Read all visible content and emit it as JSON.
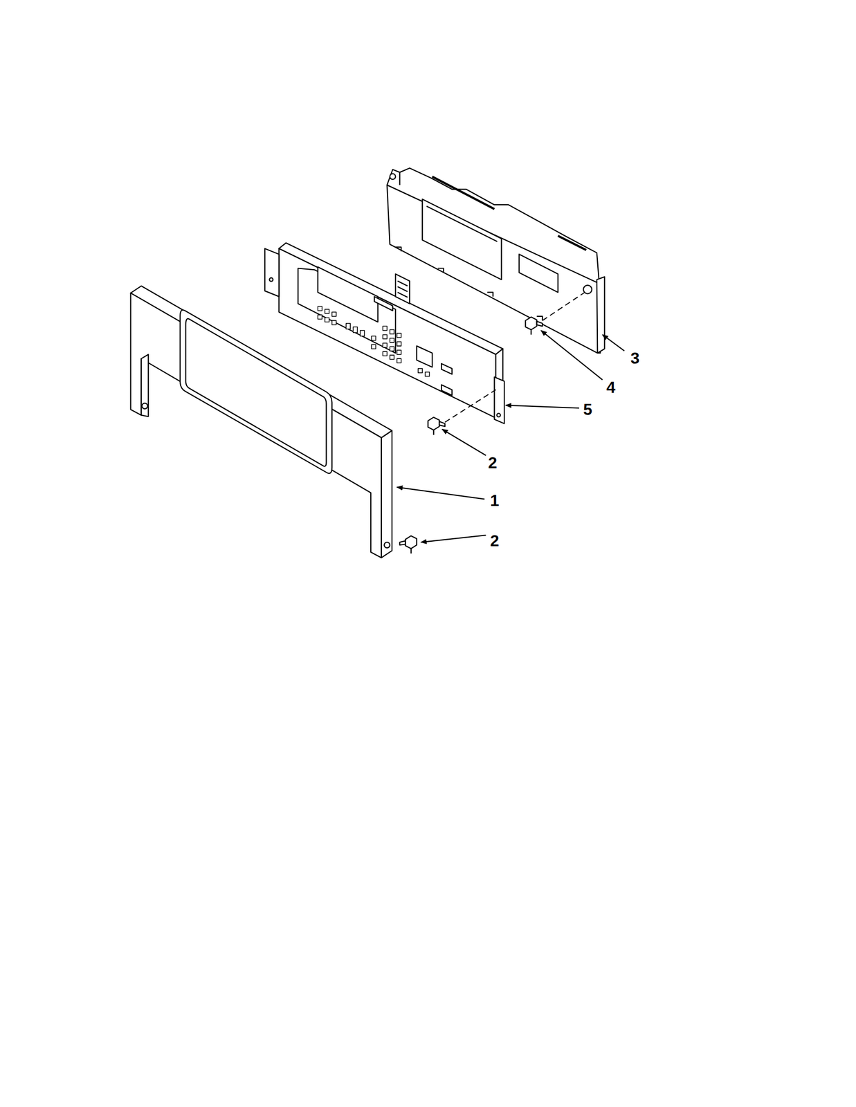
{
  "diagram": {
    "labels": [
      "3",
      "4",
      "5",
      "2",
      "1",
      "2"
    ]
  }
}
